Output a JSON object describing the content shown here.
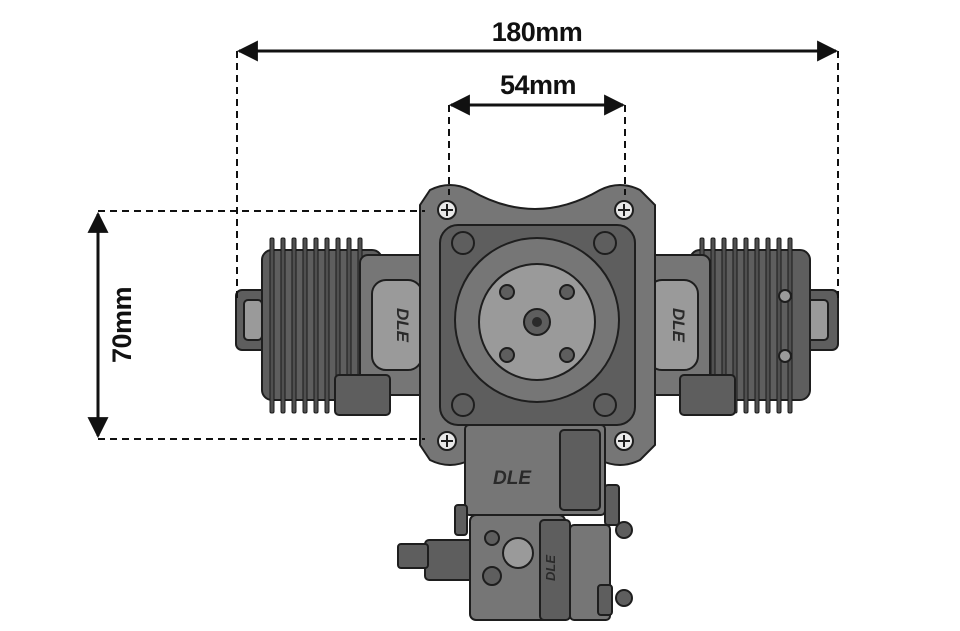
{
  "dimensions": {
    "overall_width_label": "180mm",
    "mount_spacing_label": "54mm",
    "mount_height_label": "70mm"
  },
  "logos": {
    "left_cylinder": "DLE",
    "right_cylinder": "DLE",
    "crankcase": "DLE",
    "carburetor": "DLE"
  },
  "colors": {
    "line": "#111111",
    "metal_mid": "#767676",
    "metal_dark": "#505050",
    "metal_light": "#9a9a9a"
  }
}
